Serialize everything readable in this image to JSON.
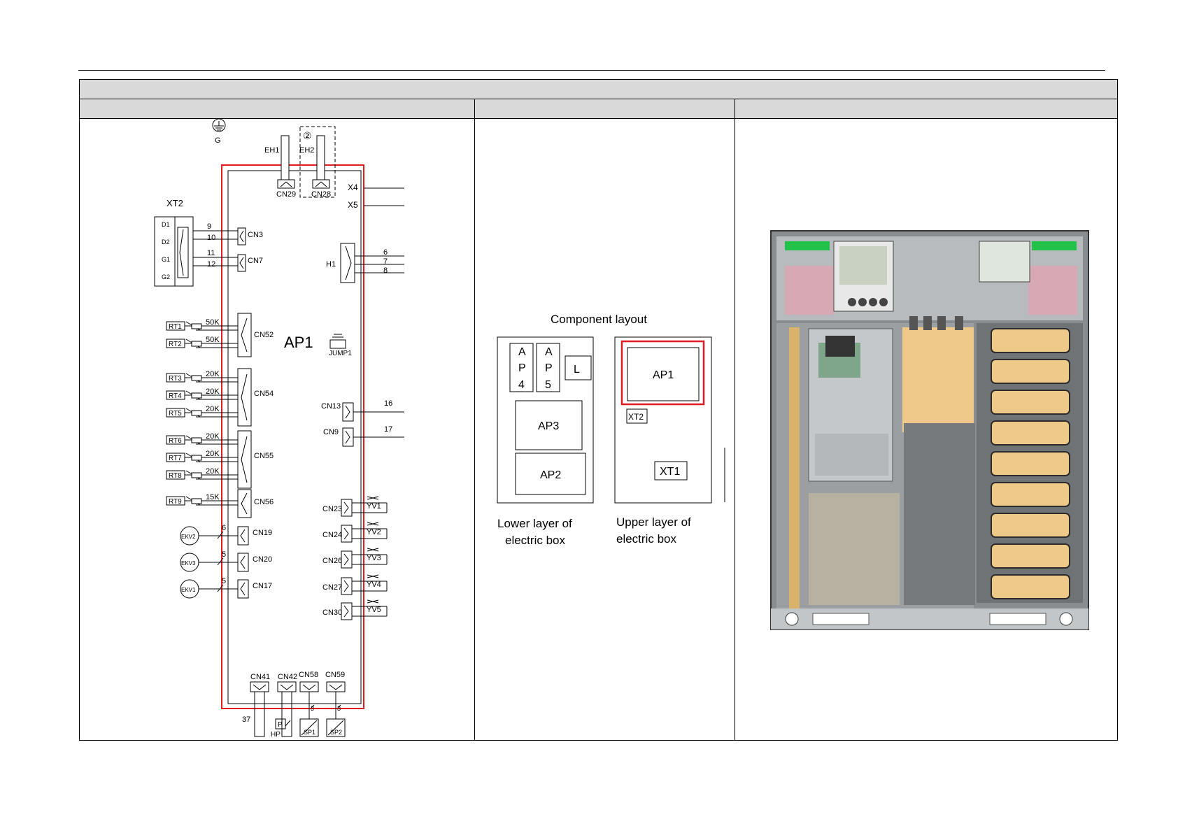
{
  "header": {
    "title": "",
    "columns": [
      "",
      "",
      ""
    ]
  },
  "wiring": {
    "ground": "G",
    "board": "AP1",
    "jumper": "JUMP1",
    "xt2": {
      "label": "XT2",
      "terms": [
        "D1",
        "D2",
        "G1",
        "G2"
      ],
      "wires": [
        "9",
        "10",
        "11",
        "12"
      ]
    },
    "cn3": "CN3",
    "cn7": "CN7",
    "heaters": {
      "eh1": "EH1",
      "eh2": "EH2",
      "cn29": "CN29",
      "cn28": "CN28",
      "option": "②"
    },
    "x4": "X4",
    "x5": "X5",
    "h1": {
      "label": "H1",
      "wires": [
        "6",
        "7",
        "8"
      ]
    },
    "sensors": [
      {
        "name": "RT1",
        "value": "50K"
      },
      {
        "name": "RT2",
        "value": "50K"
      },
      {
        "name": "RT3",
        "value": "20K"
      },
      {
        "name": "RT4",
        "value": "20K"
      },
      {
        "name": "RT5",
        "value": "20K"
      },
      {
        "name": "RT6",
        "value": "20K"
      },
      {
        "name": "RT7",
        "value": "20K"
      },
      {
        "name": "RT8",
        "value": "20K"
      },
      {
        "name": "RT9",
        "value": "15K"
      }
    ],
    "sensor_connectors": [
      "CN52",
      "CN54",
      "CN55",
      "CN56"
    ],
    "ekv": [
      {
        "name": "EKV2",
        "wire": "6",
        "conn": "CN19"
      },
      {
        "name": "EKV3",
        "wire": "5",
        "conn": "CN20"
      },
      {
        "name": "EKV1",
        "wire": "5",
        "conn": "CN17"
      }
    ],
    "cn13": {
      "label": "CN13",
      "wire": "16"
    },
    "cn9": {
      "label": "CN9",
      "wire": "17"
    },
    "valves": [
      {
        "conn": "CN23",
        "name": "YV1"
      },
      {
        "conn": "CN24",
        "name": "YV2"
      },
      {
        "conn": "CN26",
        "name": "YV3"
      },
      {
        "conn": "CN27",
        "name": "YV4"
      },
      {
        "conn": "CN30",
        "name": "YV5"
      }
    ],
    "bottom": {
      "conns": [
        "CN41",
        "CN42",
        "CN58",
        "CN59"
      ],
      "wire37": "37",
      "hp_symbol": "P",
      "hp": "HP",
      "sp_labels": [
        "SP1",
        "SP2"
      ],
      "sp_wires": [
        "3",
        "3"
      ]
    }
  },
  "layout_panel": {
    "title": "Component layout",
    "lower": {
      "ap4": [
        "A",
        "P",
        "4"
      ],
      "ap5": [
        "A",
        "P",
        "5"
      ],
      "l": "L",
      "ap3": "AP3",
      "ap2": "AP2",
      "caption1": "Lower layer of",
      "caption2": "electric box"
    },
    "upper": {
      "ap1": "AP1",
      "xt2": "XT2",
      "xt1": "XT1",
      "caption1": "Upper layer of",
      "caption2": "electric box"
    },
    "highlight_color": "#e11b22"
  },
  "colors": {
    "accent_red": "#e11b22",
    "band": "#d9d9d9",
    "panel_green": "#22c24a",
    "tan": "#efc98a"
  }
}
